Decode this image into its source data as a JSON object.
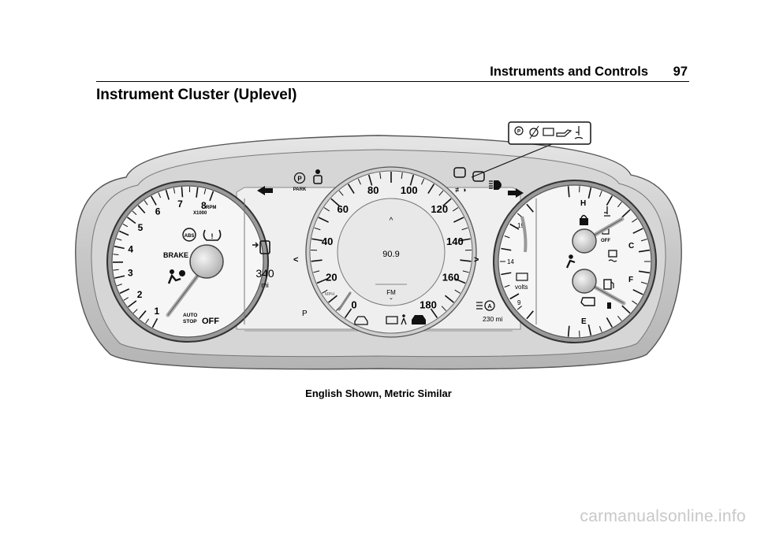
{
  "header": {
    "section": "Instruments and Controls",
    "page_number": "97"
  },
  "title": "Instrument Cluster (Uplevel)",
  "caption": "English Shown, Metric Similar",
  "footer": {
    "url": "carmanualsonline.info"
  },
  "cluster": {
    "tach": {
      "ticks": [
        "1",
        "2",
        "3",
        "4",
        "5",
        "6",
        "7",
        "8"
      ],
      "rpm_label": "RPM",
      "rpm_unit": "X1000",
      "brake_label": "BRAKE",
      "abs_label": "ABS",
      "autostop_line1": "AUTO",
      "autostop_line2": "STOP",
      "off_label": "OFF"
    },
    "left_panel": {
      "range_value": "340",
      "range_unit": "mi"
    },
    "top_strip": {
      "park_label": "PARK"
    },
    "speedo": {
      "ticks": [
        "0",
        "20",
        "40",
        "60",
        "80",
        "100",
        "120",
        "140",
        "160",
        "180"
      ],
      "unit": "MPH",
      "center_value": "90.9",
      "center_source": "FM",
      "gear": "P"
    },
    "right_panel": {
      "adaptive_range": "230 mi"
    },
    "volts": {
      "ticks": [
        "19",
        "14",
        "9"
      ],
      "unit": "volts"
    },
    "right_gauge": {
      "temp_hot": "H",
      "temp_cold": "C",
      "fuel_full": "F",
      "fuel_empty": "E",
      "off_label": "OFF"
    },
    "callout_icons": [
      "park-brake-icon",
      "brake-system-icon",
      "battery-icon",
      "oil-pressure-icon",
      "coolant-temp-icon"
    ]
  }
}
